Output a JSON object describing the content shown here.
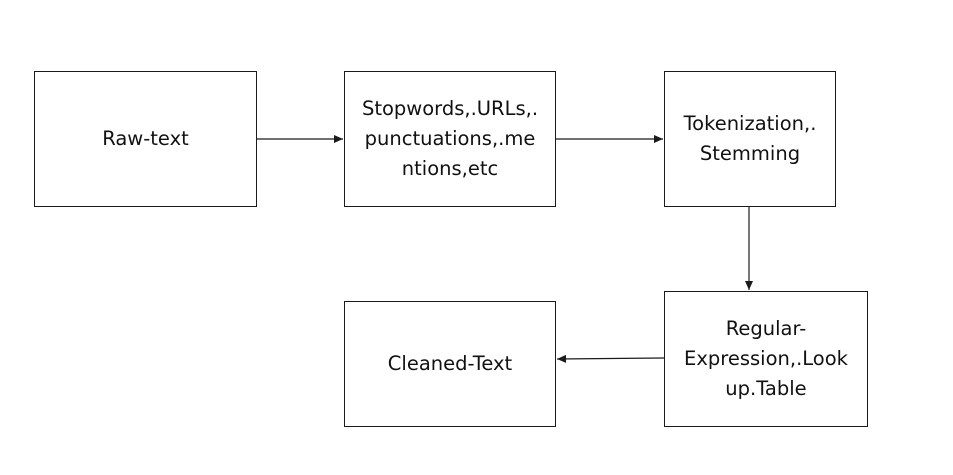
{
  "diagram": {
    "nodes": [
      {
        "id": "raw-text",
        "label": "Raw-text"
      },
      {
        "id": "filter",
        "label": "Stopwords,.URLs,.\npunctuations,.me\nntions,etc"
      },
      {
        "id": "tokenize",
        "label": "Tokenization,.\nStemming"
      },
      {
        "id": "regex",
        "label": "Regular-\nExpression,.Look\nup.Table"
      },
      {
        "id": "cleaned",
        "label": "Cleaned-Text"
      }
    ],
    "edges": [
      {
        "from": "raw-text",
        "to": "filter"
      },
      {
        "from": "filter",
        "to": "tokenize"
      },
      {
        "from": "tokenize",
        "to": "regex"
      },
      {
        "from": "regex",
        "to": "cleaned"
      }
    ],
    "colors": {
      "stroke": "#1a1a1a",
      "text": "#111111",
      "background": "#ffffff"
    }
  }
}
